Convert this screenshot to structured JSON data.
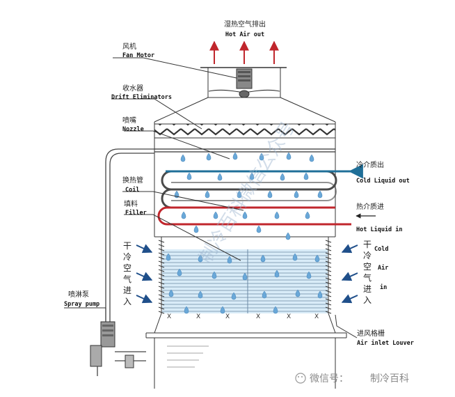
{
  "top": {
    "label_cn": "湿热空气排出",
    "label_en": "Hot Air out"
  },
  "fan": {
    "label_cn": "风机",
    "label_en": "Fan Motor"
  },
  "drift": {
    "label_cn": "收水器",
    "label_en": "Drift Eliminators"
  },
  "nozzle": {
    "label_cn": "喷嘴",
    "label_en": "Nozzle"
  },
  "coil": {
    "label_cn": "换热管",
    "label_en": "Coil"
  },
  "filler": {
    "label_cn": "填料",
    "label_en": "Filler"
  },
  "spray_pump": {
    "label_cn": "喷淋泵",
    "label_en": "Spray pump"
  },
  "cold_out": {
    "label_cn": "冷介质出",
    "label_en": "Cold Liquid out"
  },
  "hot_in": {
    "label_cn": "热介质进",
    "label_en": "Hot Liquid in"
  },
  "air_left": {
    "chars": [
      "干",
      "冷",
      "空",
      "气",
      "进",
      "入"
    ]
  },
  "air_right": {
    "chars": [
      "干",
      "冷",
      "空",
      "气",
      "进",
      "入"
    ],
    "en": [
      "Cold",
      "Air",
      "in"
    ]
  },
  "louver": {
    "label_cn": "进风格栅",
    "label_en": "Air inlet Louver"
  },
  "watermark": {
    "text": "制冷百科微信公众号"
  },
  "wechat": {
    "label_left": "微信号：",
    "label_right": "制冷百科"
  },
  "colors": {
    "cold_pipe": "#1f6f98",
    "hot_pipe": "#c0262c",
    "coil": "#4a4a4a",
    "droplet": "#6aa8d8",
    "fill_area": "#d9ecf8"
  }
}
